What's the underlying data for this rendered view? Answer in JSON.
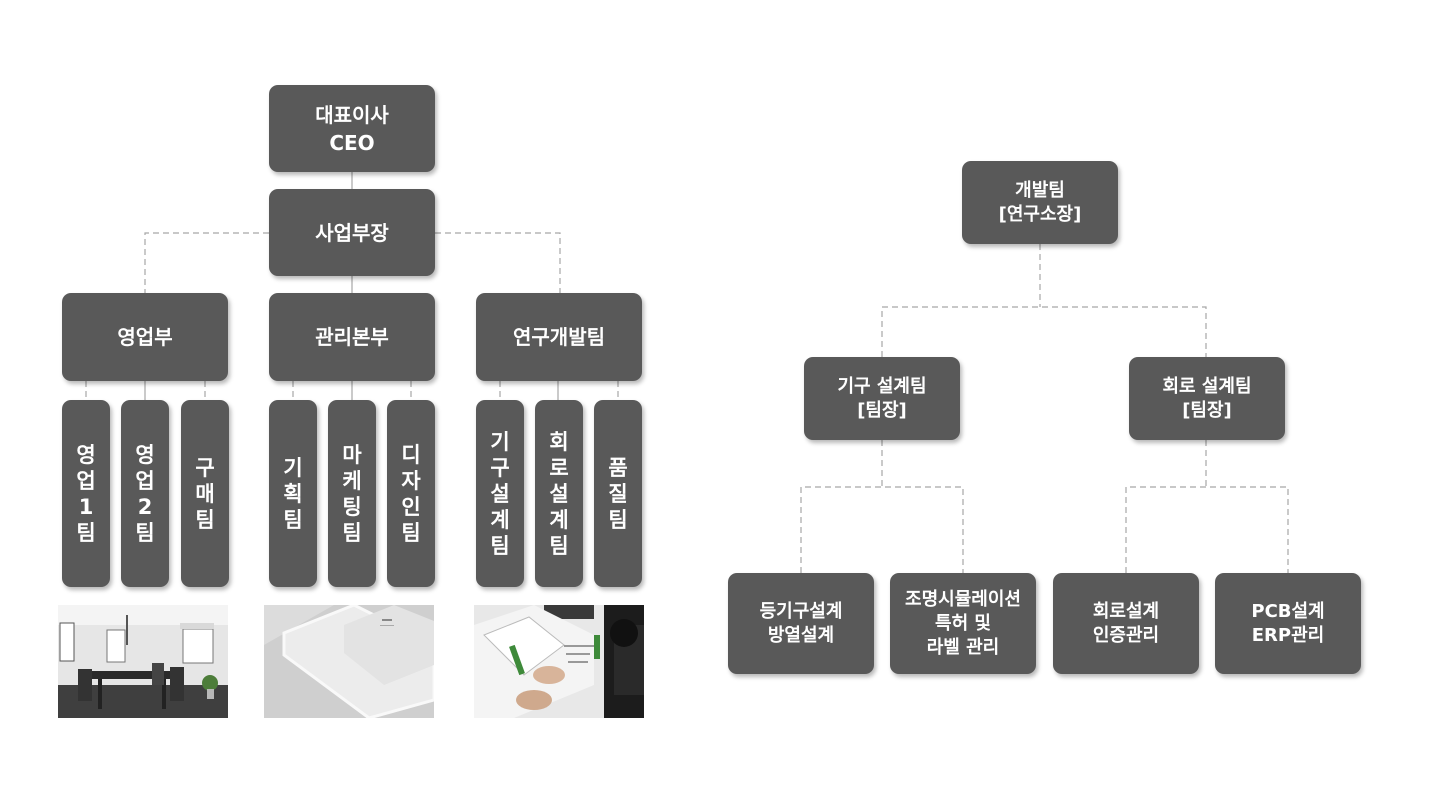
{
  "left_chart": {
    "ceo": [
      "대표이사",
      "CEO"
    ],
    "gm": "사업부장",
    "divisions": {
      "sales": "영업부",
      "admin": "관리본부",
      "rnd": "연구개발팀"
    },
    "teams": {
      "sales1": "영업1팀",
      "sales2": "영업2팀",
      "purchasing": "구매팀",
      "planning": "기획팀",
      "marketing": "마케팅팀",
      "design": "디자인팀",
      "mechanical": "기구설계팀",
      "circuit": "회로설계팀",
      "quality": "품질팀"
    }
  },
  "right_chart": {
    "dev": [
      "개발팀",
      "[연구소장]"
    ],
    "mech_team": [
      "기구 설계팀",
      "[팀장]"
    ],
    "circuit_team": [
      "회로 설계팀",
      "[팀장]"
    ],
    "tasks": {
      "mech1": [
        "등기구설계",
        "방열설계"
      ],
      "mech2": [
        "조명시뮬레이션",
        "특허 및",
        "라벨 관리"
      ],
      "circ1": [
        "회로설계",
        "인증관리"
      ],
      "circ2": [
        "PCB설계",
        "ERP관리"
      ]
    }
  },
  "colors": {
    "box": "#595959",
    "line": "#a6a6a6",
    "text": "#ffffff"
  }
}
